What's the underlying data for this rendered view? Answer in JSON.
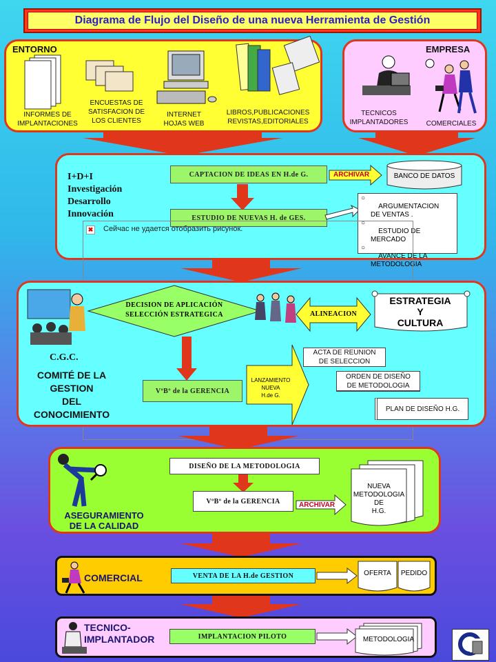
{
  "title": "Diagrama de Flujo del Diseño de una nueva Herramienta de Gestión",
  "entorno": {
    "heading": "ENTORNO",
    "items": [
      "INFORMES DE\nIMPLANTACIONES",
      "ENCUESTAS DE\nSATISFACION DE\nLOS CLIENTES",
      "INTERNET\nHOJAS WEB",
      "LIBROS,PUBLICACIONES\nREVISTAS,EDITORIALES"
    ]
  },
  "empresa": {
    "heading": "EMPRESA",
    "items": [
      "TECNICOS\nIMPLANTADORES",
      "COMERCIALES"
    ]
  },
  "idi": {
    "heading": "I+D+I\nInvestigación\nDesarrollo\nInnovación",
    "captacion": "CAPTACION DE IDEAS EN H.de G.",
    "archivar": "ARCHIVAR",
    "banco": "BANCO DE DATOS",
    "estudio": "ESTUDIO DE NUEVAS H. de GES.",
    "list": [
      "ARGUMENTACION\nDE VENTAS .",
      "ESTUDIO DE\nMERCADO",
      "AVANCE DE LA\nMETODOLOGIA"
    ],
    "error_text": "Сейчас не удается отобразить рисунок."
  },
  "cgc": {
    "heading": "C.G.C.",
    "subheading": "COMITÉ DE LA\nGESTION\nDEL\nCONOCIMIENTO",
    "decision": "DECISION DE APLICACIÓN\nSELECCIÓN ESTRATEGICA",
    "alineacion": "ALINEACION",
    "estrategia": "ESTRATEGIA\nY\nCULTURA",
    "vobo": "VºBº de la GERENCIA",
    "lanzamiento": "LANZAMIENTO\nNUEVA\nH.de G.",
    "acta": "ACTA DE REUNION\nDE SELECCION",
    "orden": "ORDEN DE DISEÑO\nDE METODOLOGIA",
    "plan": "PLAN DE DISEÑO H.G."
  },
  "calidad": {
    "heading": "ASEGURAMIENTO\nDE LA CALIDAD",
    "diseno": "DISEÑO DE LA METODOLOGIA",
    "vobo": "VºBº de la GERENCIA",
    "archivar": "ARCHIVAR",
    "nueva": "NUEVA\nMETODOLOGIA\nDE\nH.G."
  },
  "comercial": {
    "heading": "COMERCIAL",
    "venta": "VENTA DE LA H.de GESTION",
    "oferta": "OFERTA",
    "pedido": "PEDIDO"
  },
  "tecnico": {
    "heading": "TECNICO-\nIMPLANTADOR",
    "implantacion": "IMPLANTACION PILOTO",
    "metodologia": "METODOLOGIA"
  },
  "colors": {
    "panel_border": "#e0361b",
    "entorno_bg": "#ffff33",
    "empresa_bg": "#ffccff",
    "idi_bg": "#66ffff",
    "cgc_bg": "#66ffff",
    "calidad_bg": "#99ff33",
    "comercial_bg": "#ffcc00",
    "tecnico_bg": "#ffccff",
    "arrow_red": "#e0361b",
    "box_green": "#99ff66",
    "arrow_yellow": "#ffff33"
  }
}
